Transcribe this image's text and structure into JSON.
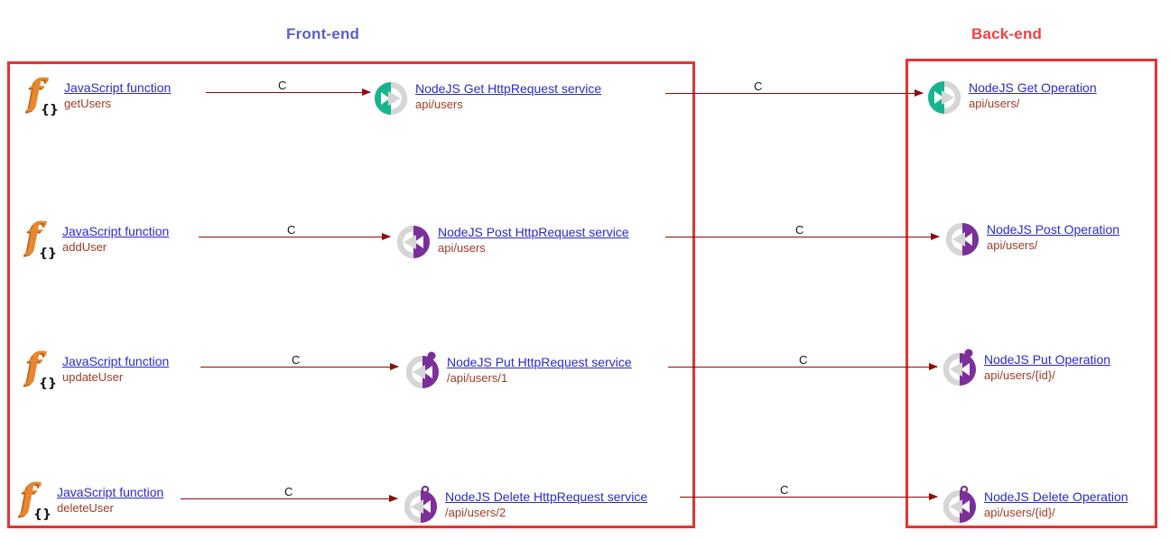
{
  "titles": {
    "frontend": "Front-end",
    "backend": "Back-end"
  },
  "colors": {
    "box_border": "#e53333",
    "frontend_title": "#5b5fc7",
    "backend_title": "#f04141",
    "link": "#2a2ad2",
    "sublabel": "#a03c28",
    "arrow": "#8f0a0a",
    "green": "#17b490",
    "purple": "#7c2f99",
    "gray": "#d6d6d6",
    "js_orange": "#e8872f"
  },
  "rows": [
    {
      "function": {
        "label": "JavaScript function",
        "name": "getUsers"
      },
      "service": {
        "label": "NodeJS Get HttpRequest service",
        "path": "api/users",
        "method": "get"
      },
      "operation": {
        "label": "NodeJS Get Operation",
        "path": "api/users/",
        "method": "get"
      },
      "connector_labels": [
        "C",
        "C"
      ]
    },
    {
      "function": {
        "label": "JavaScript function",
        "name": "addUser"
      },
      "service": {
        "label": "NodeJS Post HttpRequest service",
        "path": "api/users",
        "method": "post"
      },
      "operation": {
        "label": "NodeJS Post Operation",
        "path": "api/users/",
        "method": "post"
      },
      "connector_labels": [
        "C",
        "C"
      ]
    },
    {
      "function": {
        "label": "JavaScript function",
        "name": "updateUser"
      },
      "service": {
        "label": "NodeJS Put HttpRequest service",
        "path": "/api/users/1",
        "method": "put"
      },
      "operation": {
        "label": "NodeJS Put Operation",
        "path": "api/users/{id}/",
        "method": "put"
      },
      "connector_labels": [
        "C",
        "C"
      ]
    },
    {
      "function": {
        "label": "JavaScript function",
        "name": "deleteUser"
      },
      "service": {
        "label": "NodeJS Delete HttpRequest service",
        "path": "/api/users/2",
        "method": "delete"
      },
      "operation": {
        "label": "NodeJS Delete Operation",
        "path": "api/users/{id}/",
        "method": "delete"
      },
      "connector_labels": [
        "C",
        "C"
      ]
    }
  ]
}
